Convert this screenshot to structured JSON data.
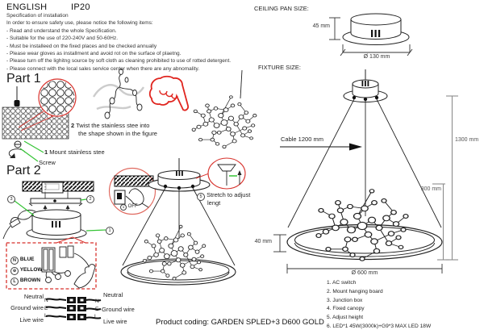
{
  "header": {
    "language": "ENGLISH",
    "rating": "IP20"
  },
  "spec": {
    "title": "Specification of installation",
    "intro": "In order to ensure safety use, please notice the following items:",
    "items": [
      "- Read and understand the whole Specification.",
      "- Suitable for the use of 220-240V and 50-60Hz.",
      "- Must be installeed on the fixed places and be checked annually",
      "- Please wear gloves as installment and avoid rot on the surface of plaetng.",
      "- Please turn off the lighitng source by soft cloth as cleaning prohibited to use of rotted detergent.",
      "- Please connect with the local sales service center when there are any abnomality."
    ]
  },
  "ceiling_pan": {
    "title": "CEILING PAN  SIZE:",
    "height": "45 mm",
    "diameter": "Ø 130 mm"
  },
  "fixture": {
    "title": "FIXTURE SIZE:",
    "cable": "Cable 1200 mm",
    "total_height": "1300 mm",
    "ring_drop": "300 mm",
    "ring_height": "40 mm",
    "diameter": "Ø 600 mm"
  },
  "part1": {
    "title": "Part 1",
    "step2_num": "2",
    "step2_line1": "Twist the stainless stee into",
    "step2_line2": "the shape shown in the figure",
    "step1_num": "1",
    "step1_text": "Mount stainless stee",
    "screw": "Screw"
  },
  "part2": {
    "title": "Part 2",
    "callout_canopy": "1",
    "callout_bracket": "2",
    "callout_connector": "3",
    "off_num": "1",
    "off_text": "OFF"
  },
  "pendant": {
    "adjust_num": "5",
    "adjust_line1": "Stretch to adjust",
    "adjust_line2": "lengt",
    "callout_canopy": "1"
  },
  "wiring_box": {
    "items": [
      {
        "sym": "N",
        "name": "BLUE"
      },
      {
        "sym": "⊕",
        "name": "YELLOW"
      },
      {
        "sym": "L",
        "name": "BROWN"
      }
    ]
  },
  "wiring": {
    "left": {
      "labels": [
        "Neutral",
        "Ground wire",
        "Live wire"
      ],
      "codes": [
        "N",
        "E",
        "L"
      ]
    },
    "right": {
      "labels": [
        "Neutral",
        "Ground wire",
        "Live wire"
      ],
      "codes": [
        "N",
        "E",
        "L"
      ]
    }
  },
  "parts_list": [
    "1. AC switch",
    "2. Mount hanging board",
    "3. Junction box",
    "4. Fixed canopy",
    "5. Adjust height",
    "6. LED*1 45W(3000k)+G9*3 MAX LED 18W"
  ],
  "product_coding": "Product coding: GARDEN SPLED+3 D600 GOLD"
}
